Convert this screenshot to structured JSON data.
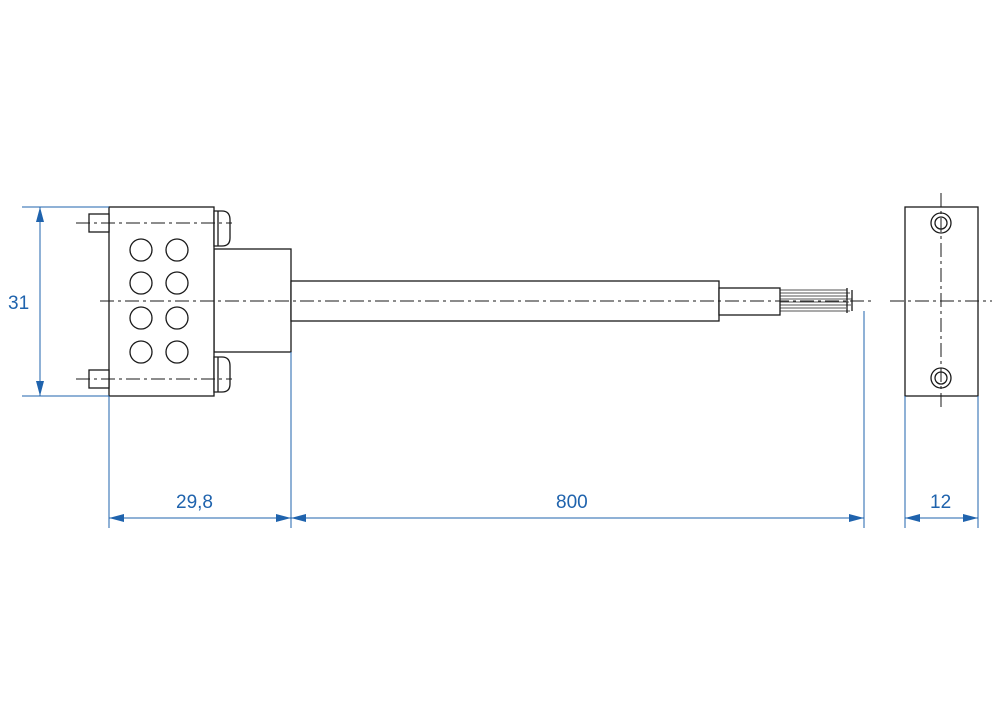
{
  "drawing": {
    "line_color": "#1a1a1a",
    "dimension_color": "#1f63ad",
    "background_color": "#ffffff",
    "connector_pin_count": 8
  },
  "dimensions": {
    "height": "31",
    "connector_length": "29,8",
    "cable_length": "800",
    "end_width": "12"
  },
  "icons": {
    "connector": "connector-side-view",
    "cable": "cable",
    "end_view": "connector-end-view"
  }
}
